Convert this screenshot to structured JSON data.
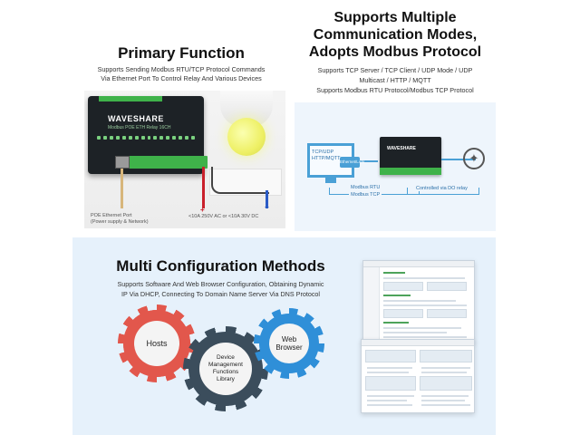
{
  "primary": {
    "title": "Primary Function",
    "desc_line1": "Supports Sending Modbus RTU/TCP Protocol Commands",
    "desc_line2": "Via Ethernet Port To Control Relay And Various Devices",
    "device_brand": "WAVESHARE",
    "device_model": "Modbus POE ETH Relay 16CH",
    "port_label_line1": "POE Ethernet Port",
    "port_label_line2": "(Power supply & Network)",
    "load_label": "<10A 250V AC or <10A 30V DC",
    "plus": "+",
    "minus": "−"
  },
  "comm": {
    "title_line1": "Supports Multiple",
    "title_line2": "Communication Modes,",
    "title_line3": "Adopts Modbus Protocol",
    "desc_line1": "Supports TCP Server / TCP Client / UDP Mode / UDP",
    "desc_line2": "Multicast / HTTP / MQTT",
    "desc_line3": "Supports Modbus RTU Protocol/Modbus TCP Protocol",
    "monitor_line1": "TCP/UDP",
    "monitor_line2": "HTTP/MQTT",
    "lan_badge": "Ethernet/LAN",
    "board_brand": "WAVESHARE",
    "rtu_line1": "Modbus RTU",
    "rtu_line2": "Modbus TCP",
    "do_label": "Controlled via DO relay",
    "bulb_icon": "lightbulb-icon"
  },
  "config": {
    "title": "Multi Configuration Methods",
    "desc_line1": "Supports Software And Web Browser Configuration, Obtaining Dynamic",
    "desc_line2": "IP Via DHCP, Connecting To Domain Name Server Via DNS Protocol",
    "gear_hosts": "Hosts",
    "gear_lib_line1": "Device",
    "gear_lib_line2": "Management",
    "gear_lib_line3": "Functions",
    "gear_lib_line4": "Library",
    "gear_web_line1": "Web",
    "gear_web_line2": "Browser"
  },
  "colors": {
    "accent_blue": "#2f8fd8",
    "accent_red": "#e2574c",
    "accent_dark": "#3b4d5c",
    "relay_green": "#3fb24a",
    "panel_bg": "#e6f1fb"
  }
}
